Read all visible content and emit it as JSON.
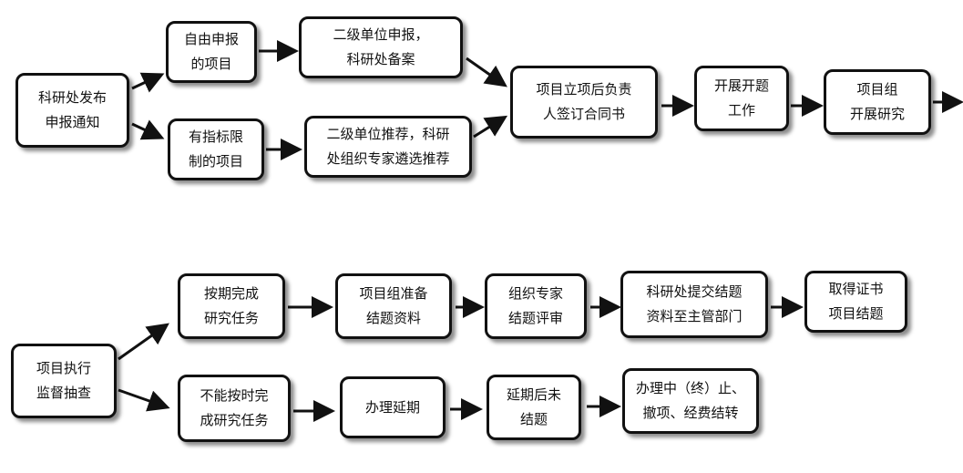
{
  "diagram": {
    "top_flow": {
      "notice": "科研处发布\n申报通知",
      "free_apply": "自由申报\n的项目",
      "quota_limit": "有指标限\n制的项目",
      "unit_apply_record": "二级单位申报，\n科研处备案",
      "unit_recommend_select": "二级单位推荐，科研\n处组织专家遴选推荐",
      "contract_sign": "项目立项后负责\n人签订合同书",
      "kickoff": "开展开题\n工作",
      "team_research": "项目组\n开展研究"
    },
    "bottom_flow": {
      "supervision": "项目执行\n监督抽查",
      "on_time": "按期完成\n研究任务",
      "prepare_materials": "项目组准备\n结题资料",
      "expert_review": "组织专家\n结题评审",
      "submit_materials": "科研处提交结题\n资料至主管部门",
      "certificate": "取得证书\n项目结题",
      "not_on_time": "不能按时完\n成研究任务",
      "extension": "办理延期",
      "extension_unfinished": "延期后未\n结题",
      "terminate": "办理中（终）止、\n撤项、经费结转"
    }
  }
}
